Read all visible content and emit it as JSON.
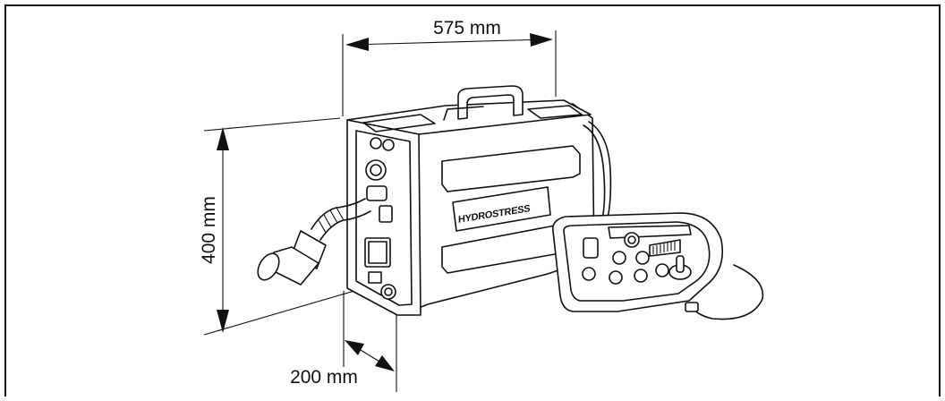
{
  "dimensions": {
    "width_label": "575 mm",
    "height_label": "400 mm",
    "depth_label": "200 mm"
  },
  "brand_label": "HYDROSTRESS",
  "colors": {
    "line": "#111111",
    "background": "#ffffff"
  }
}
